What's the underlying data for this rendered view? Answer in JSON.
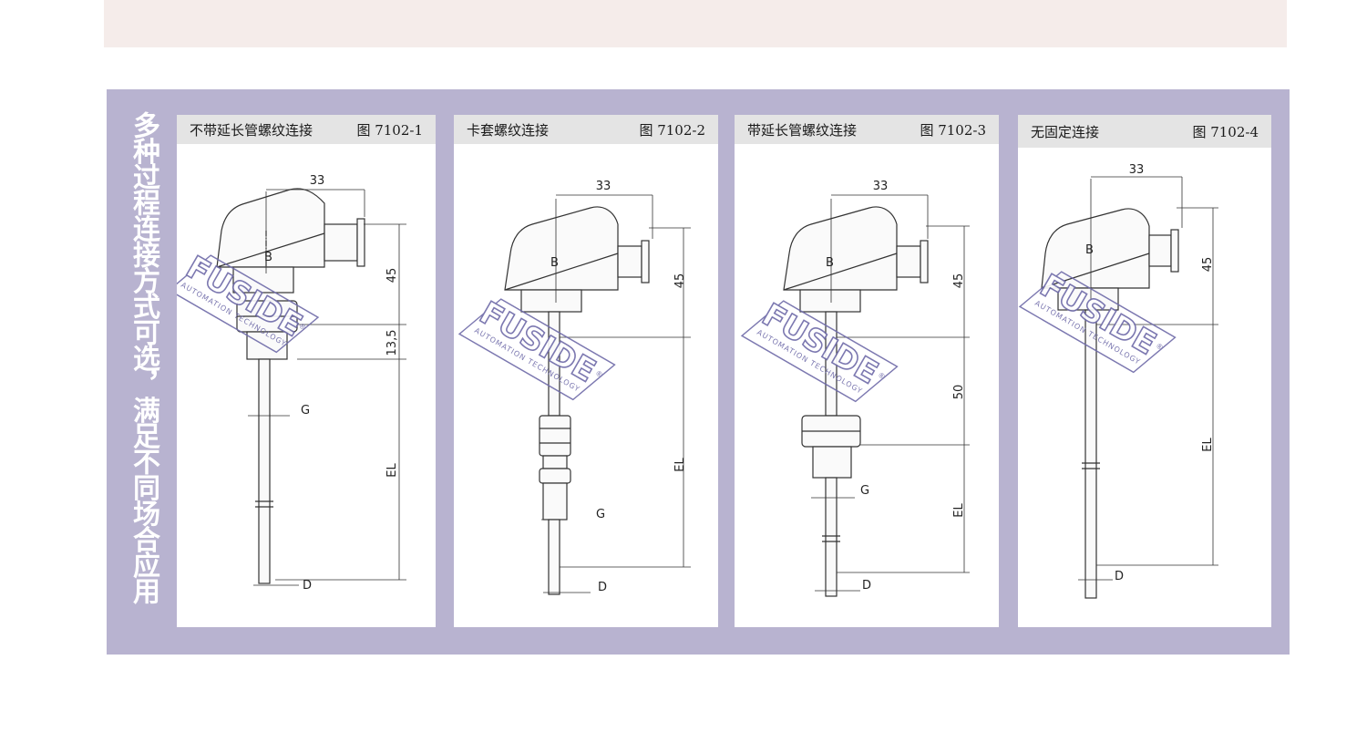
{
  "side_title": "多种过程连接方式可选，满足不同场合应用",
  "watermark": {
    "brand": "FUSIDE",
    "sub": "AUTOMATION TECHNOLOGY",
    "mark": "®"
  },
  "head_label": "B",
  "cards": [
    {
      "title": "不带延长管螺纹连接",
      "figure": "图 7102-1",
      "dims": {
        "width": "33",
        "head": "45",
        "thread": "13,5",
        "g": "G",
        "el": "EL",
        "d": "D"
      }
    },
    {
      "title": "卡套螺纹连接",
      "figure": "图 7102-2",
      "dims": {
        "width": "33",
        "head": "45",
        "g": "G",
        "el": "EL",
        "d": "D"
      }
    },
    {
      "title": "带延长管螺纹连接",
      "figure": "图 7102-3",
      "dims": {
        "width": "33",
        "head": "45",
        "ext": "50",
        "g": "G",
        "el": "EL",
        "d": "D"
      }
    },
    {
      "title": "无固定连接",
      "figure": "图 7102-4",
      "dims": {
        "width": "33",
        "head": "45",
        "el": "EL",
        "d": "D"
      }
    }
  ],
  "colors": {
    "panel": "#b8b3d0",
    "top_band": "#f5ecea",
    "card_header": "#e4e4e4",
    "watermark": "#6e6aa8"
  }
}
